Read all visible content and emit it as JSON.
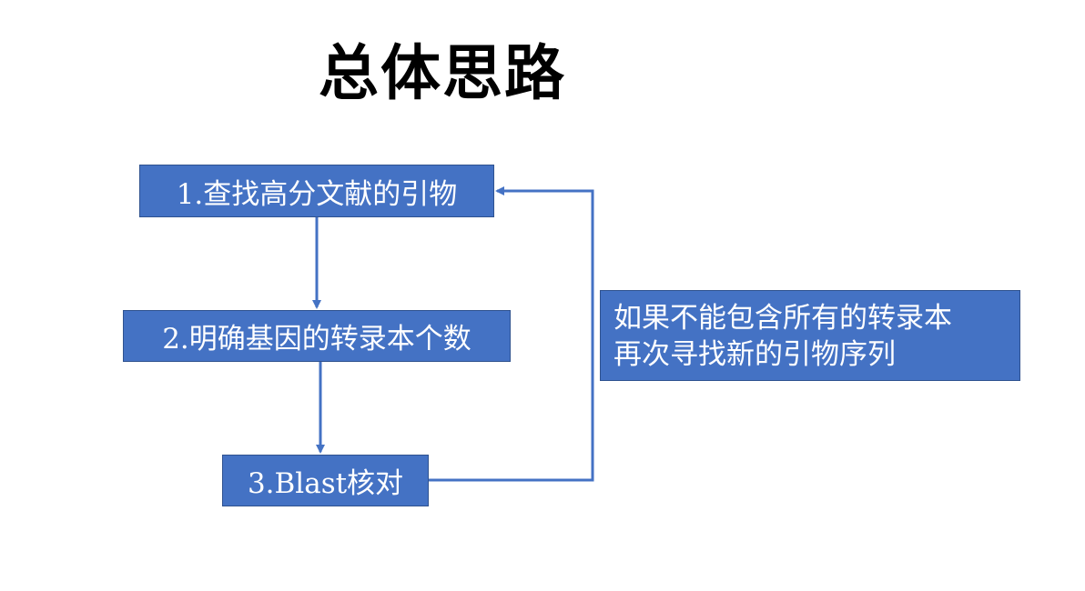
{
  "slide": {
    "title": "总体思路"
  },
  "steps": [
    {
      "label": "1.查找高分文献的引物"
    },
    {
      "label": "2.明确基因的转录本个数"
    },
    {
      "label": "3.Blast核对"
    }
  ],
  "loop_note": {
    "lines": [
      "如果不能包含所有的转录本",
      "再次寻找新的引物序列"
    ]
  },
  "colors": {
    "box_fill": "#4472c4",
    "box_border": "#2f528f",
    "connector": "#4472c4",
    "text_on_box": "#ffffff"
  }
}
